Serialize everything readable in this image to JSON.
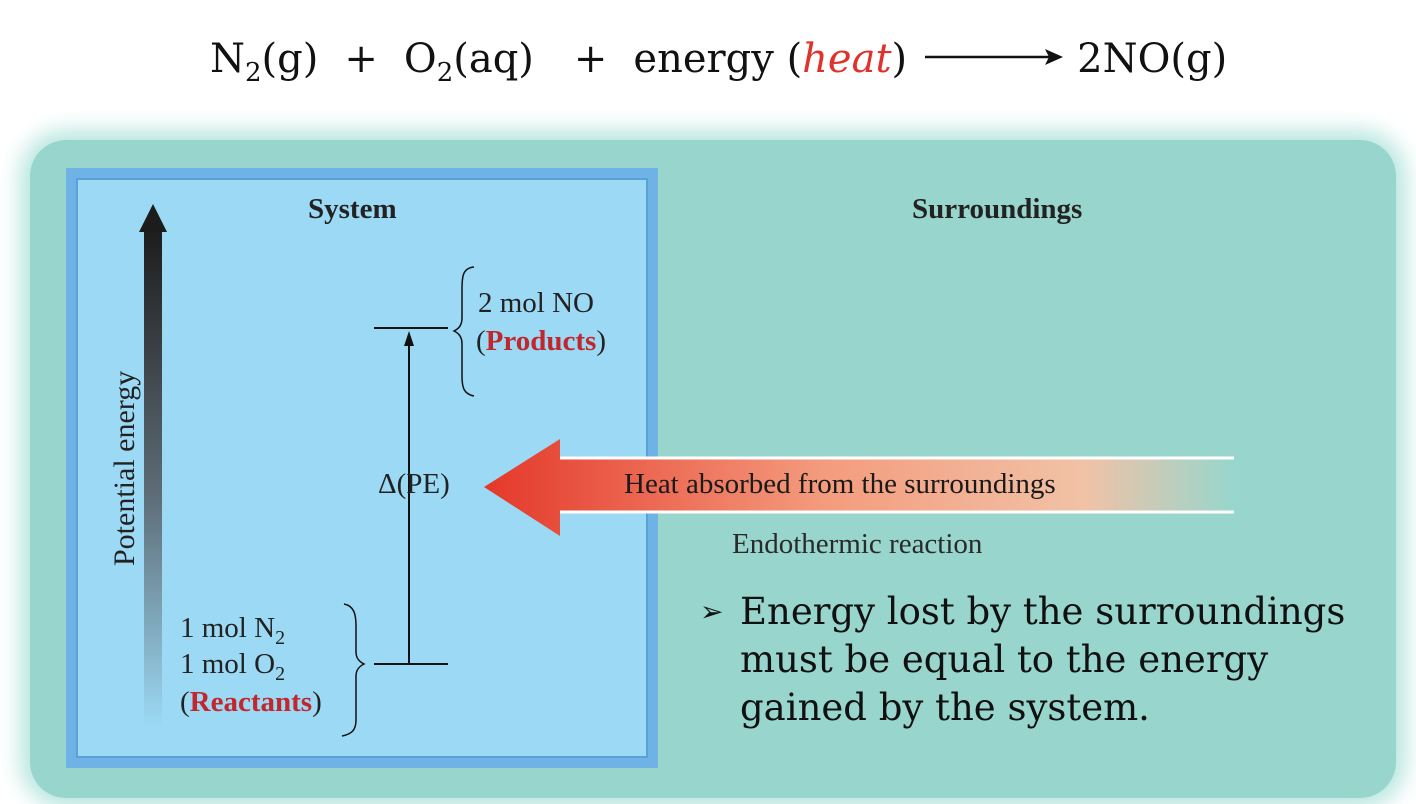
{
  "equation": {
    "reactant1": "N",
    "reactant1_sub": "2",
    "reactant1_state": "(g)",
    "plus1": "+",
    "reactant2": "O",
    "reactant2_sub": "2",
    "reactant2_state": "(aq)",
    "plus2": "+",
    "energy_word": "energy (",
    "heat_word": "heat",
    "close_paren": ")",
    "product": "2NO",
    "product_state": "(g)"
  },
  "diagram": {
    "system_title": "System",
    "surroundings_title": "Surroundings",
    "axis_label": "Potential energy",
    "products_line1": "2 mol NO",
    "products_open": "(",
    "products_word": "Products",
    "products_close": ")",
    "delta_label": "Δ(PE)",
    "reactant_line1_a": "1 mol N",
    "reactant_line1_sub": "2",
    "reactant_line2_a": "1 mol O",
    "reactant_line2_sub": "2",
    "reactants_open": "(",
    "reactants_word": "Reactants",
    "reactants_close": ")",
    "heat_arrow_label": "Heat absorbed from the surroundings",
    "reaction_type": "Endothermic reaction"
  },
  "bullet": {
    "marker": "➢",
    "text": "Energy lost by the surroundings must be equal to the energy gained by the system."
  },
  "colors": {
    "heat": "#e0312b",
    "highlight": "#c1272d",
    "system_fill": "#9bd9f4",
    "surroundings_fill": "#98d6cd"
  }
}
